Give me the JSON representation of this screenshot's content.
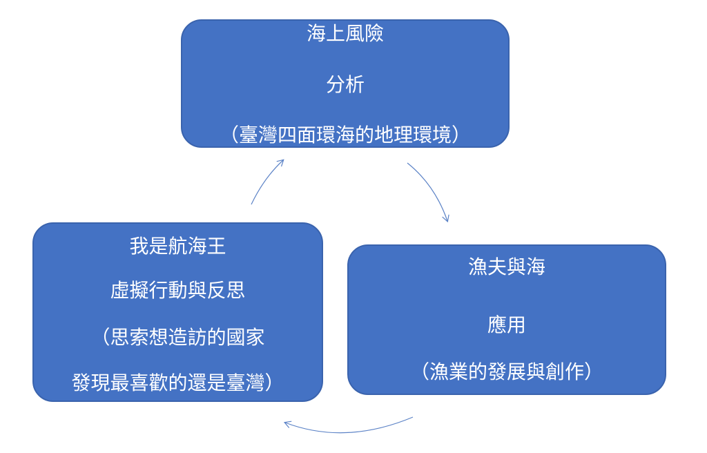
{
  "colors": {
    "box_fill": "#4472c4",
    "box_border": "#3a63ad",
    "arrow": "#5b82c6",
    "text": "#ffffff"
  },
  "boxes": {
    "top": {
      "line1": "海上風險",
      "line2": "分析",
      "line3": "（臺灣四面環海的地理環境）"
    },
    "left": {
      "line1": "我是航海王",
      "line2": "虛擬行動與反思",
      "line3": "（思索想造訪的國家",
      "line4": "發現最喜歡的還是臺灣）"
    },
    "right": {
      "line1": "漁夫與海",
      "line2": "應用",
      "line3": "（漁業的發展與創作）"
    }
  },
  "arrows": [
    {
      "from": "top",
      "to": "right",
      "icon": "curved-arrow"
    },
    {
      "from": "right",
      "to": "left",
      "icon": "curved-arrow"
    },
    {
      "from": "left",
      "to": "top",
      "icon": "curved-arrow"
    }
  ]
}
